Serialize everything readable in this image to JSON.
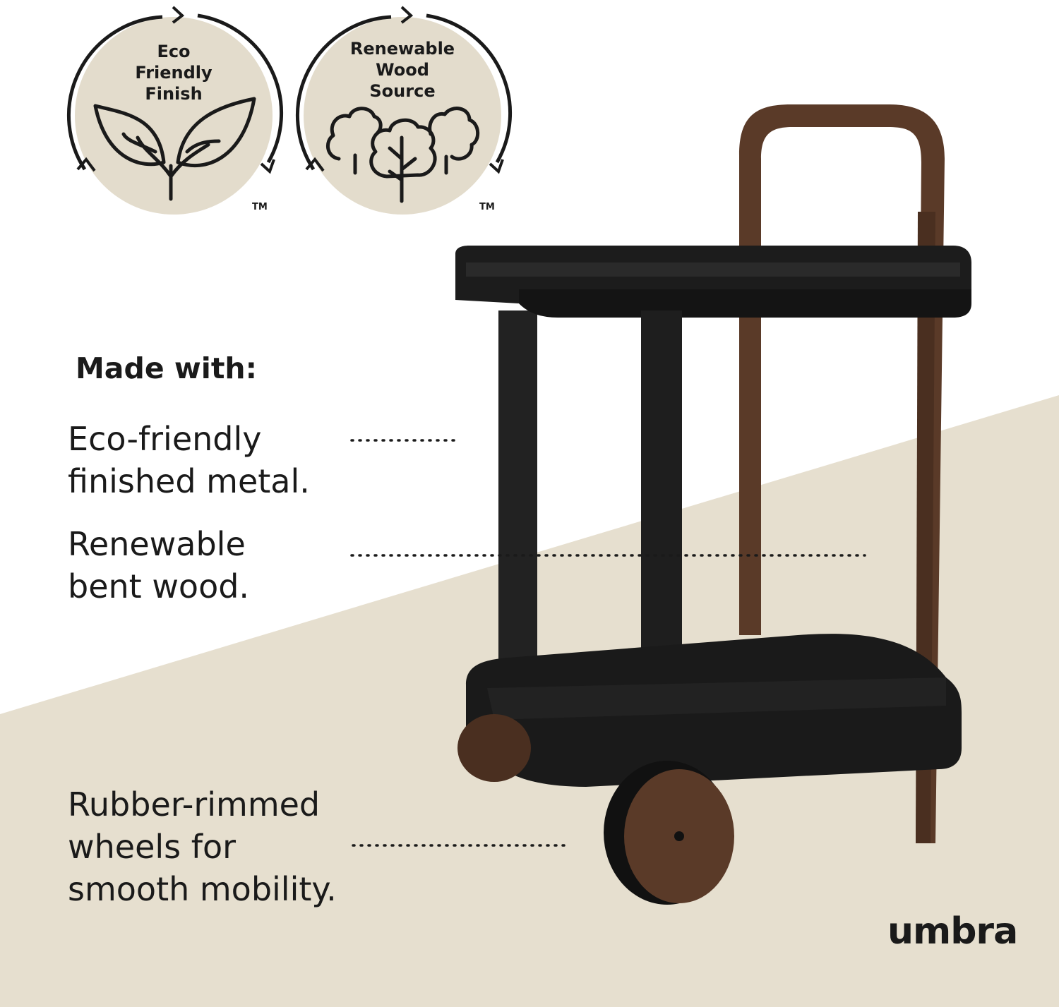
{
  "badges": [
    {
      "lines": [
        "Eco",
        "Friendly",
        "Finish"
      ],
      "icon": "leaf-icon",
      "tm": "TM"
    },
    {
      "lines": [
        "Renewable",
        "Wood",
        "Source"
      ],
      "icon": "trees-icon",
      "tm": "TM"
    }
  ],
  "heading": "Made with:",
  "features": [
    {
      "lines": [
        "Eco-friendly",
        "finished metal."
      ]
    },
    {
      "lines": [
        "Renewable",
        "bent wood."
      ]
    },
    {
      "lines": [
        "Rubber-rimmed",
        "wheels for",
        "smooth mobility."
      ]
    }
  ],
  "brand": "umbra",
  "colors": {
    "badge_fill": "#e3dccc",
    "floor_beige": "#e6dfcf",
    "ink": "#1a1a1a",
    "metal": "#1c1c1c",
    "wood": "#5a3a28"
  }
}
